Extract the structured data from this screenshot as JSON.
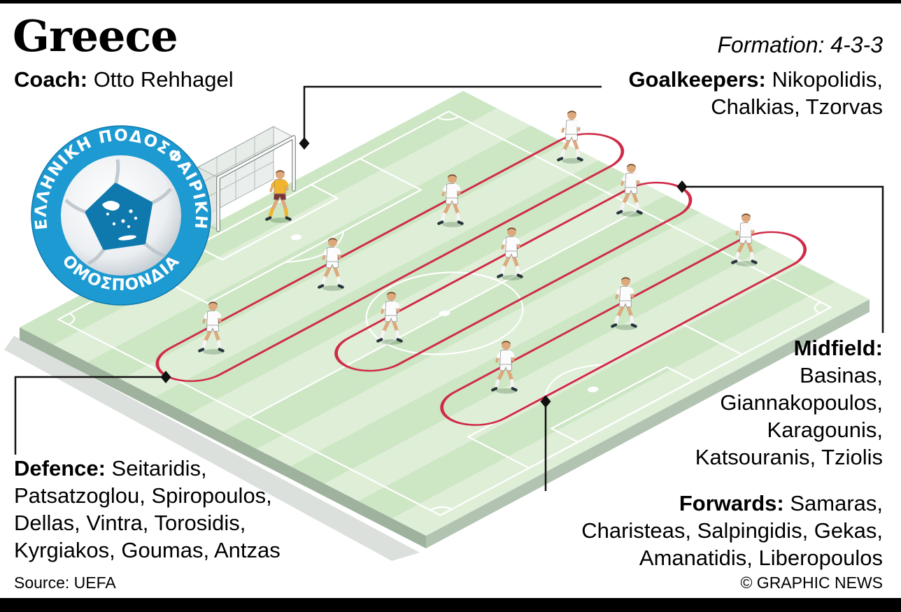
{
  "page": {
    "title": "Greece",
    "formation": "Formation: 4-3-3"
  },
  "coach": {
    "label": "Coach:",
    "name": " Otto Rehhagel"
  },
  "positions": {
    "goalkeepers": {
      "label": "Goalkeepers:",
      "first": " Nikopolidis,",
      "lines": [
        "Chalkias, Tzorvas"
      ]
    },
    "defence": {
      "label": "Defence:",
      "first": " Seitaridis,",
      "lines": [
        "Patsatzoglou, Spiropoulos,",
        "Dellas, Vintra, Torosidis,",
        "Kyrgiakos, Goumas, Antzas"
      ]
    },
    "midfield": {
      "label": "Midfield:",
      "lines": [
        "Basinas,",
        "Giannakopoulos,",
        "Karagounis,",
        "Katsouranis, Tziolis"
      ]
    },
    "forwards": {
      "label": "Forwards:",
      "first": " Samaras,",
      "lines": [
        "Charisteas, Salpingidis, Gekas,",
        "Amanatidis, Liberopoulos"
      ]
    }
  },
  "footer": {
    "source": "Source: UEFA",
    "credit": "© GRAPHIC NEWS"
  },
  "logo": {
    "text_top": "ΕΛΛΗΝΙΚΗ ΠΟΔΟΣΦΑΙΡΙΚΗ",
    "text_bottom": "ΟΜΟΣΠΟΝΔΙΑ"
  },
  "pitch": {
    "formation": "4-3-3",
    "goalkeepers_on_pitch": 1,
    "defenders": 4,
    "midfielders": 3,
    "forwards": 3
  },
  "colors": {
    "loop_red": "#cf2b47",
    "logo_blue": "#1d9ad1",
    "pitch_light": "#dfeed7",
    "pitch_dark": "#cde6c4"
  }
}
